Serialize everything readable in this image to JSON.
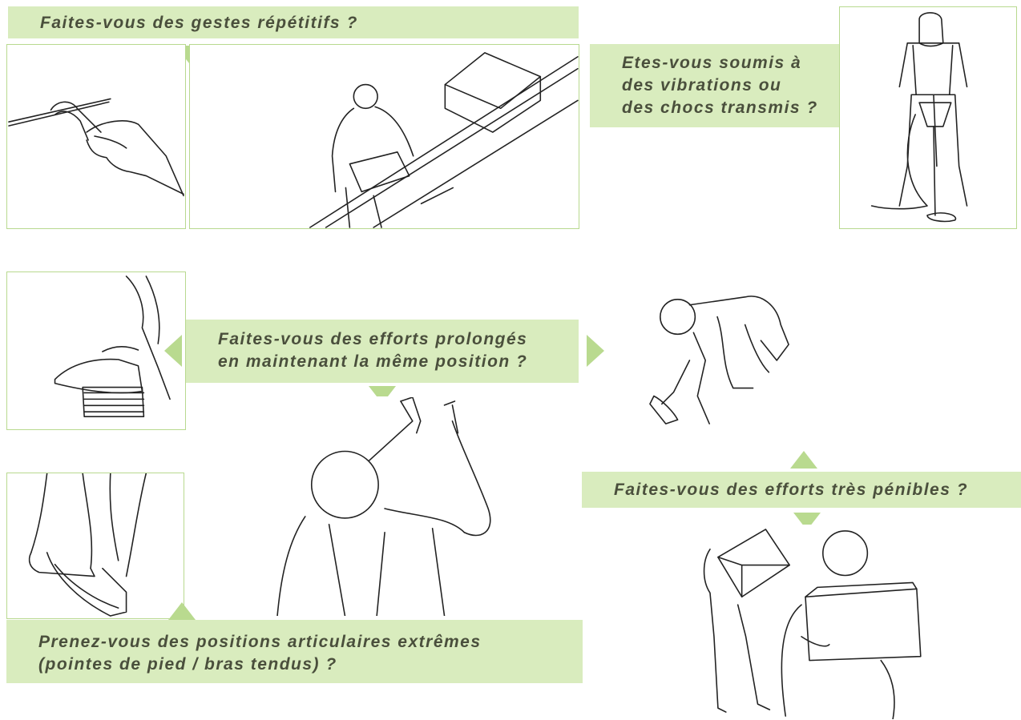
{
  "questions": {
    "repetitive": "Faites-vous des gestes répétitifs ?",
    "vibrations": [
      "Etes-vous soumis à",
      "des vibrations ou",
      "des chocs transmis ?"
    ],
    "prolonged": [
      "Faites-vous des efforts prolongés",
      "en maintenant la même position ?"
    ],
    "strenuous": "Faites-vous des efforts très pénibles ?",
    "extreme": [
      "Prenez-vous des positions articulaires extrêmes",
      "(pointes de pied / bras tendus) ?"
    ]
  },
  "colors": {
    "banner": "#d9ecbe",
    "arrow": "#b9da8f",
    "frame": "#b8d98f",
    "text": "#4a4f3c"
  },
  "illustrations": [
    "pliers-hand",
    "worker-carrying-box-on-ramp",
    "jackhammer-worker",
    "hand-on-stack",
    "painter-kneeling-roller",
    "worker-arms-raised-hammer",
    "feet-on-tiptoe",
    "workers-carrying-boxes"
  ]
}
